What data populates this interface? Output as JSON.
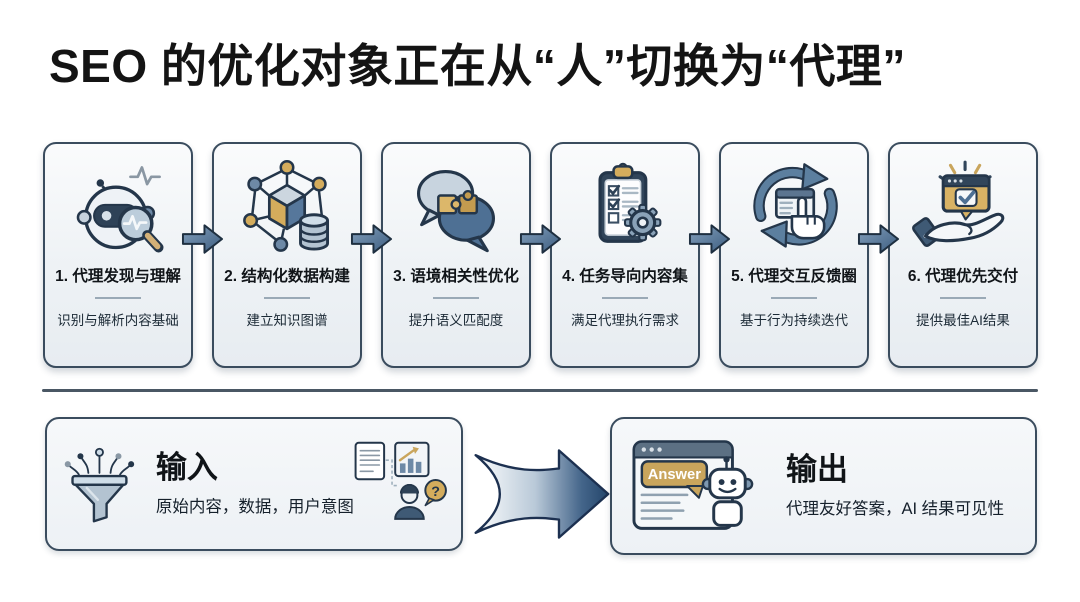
{
  "title": "SEO 的优化对象正在从“人”切换为“代理”",
  "steps": [
    {
      "icon": "robot-magnifier-icon",
      "title": "1. 代理发现与理解",
      "subtitle": "识别与解析内容基础"
    },
    {
      "icon": "knowledge-graph-icon",
      "title": "2. 结构化数据构建",
      "subtitle": "建立知识图谱"
    },
    {
      "icon": "chat-puzzle-icon",
      "title": "3. 语境相关性优化",
      "subtitle": "提升语义匹配度"
    },
    {
      "icon": "clipboard-gear-icon",
      "title": "4. 任务导向内容集",
      "subtitle": "满足代理执行需求"
    },
    {
      "icon": "feedback-loop-icon",
      "title": "5. 代理交互反馈圈",
      "subtitle": "基于行为持续迭代"
    },
    {
      "icon": "hand-delivery-icon",
      "title": "6. 代理优先交付",
      "subtitle": "提供最佳AI结果"
    }
  ],
  "input_box": {
    "heading": "输入",
    "description": "原始内容，数据，用户意图",
    "question_mark": "?"
  },
  "output_box": {
    "heading": "输出",
    "description": "代理友好答案，AI 结果可见性",
    "answer_label": "Answer"
  },
  "colors": {
    "accent_gold": "#c9a55c",
    "steel_blue": "#4e7094",
    "light_steel": "#b9c8d6",
    "outline_navy": "#24364a",
    "card_border": "#3a4c5e",
    "title_text": "#141414"
  }
}
